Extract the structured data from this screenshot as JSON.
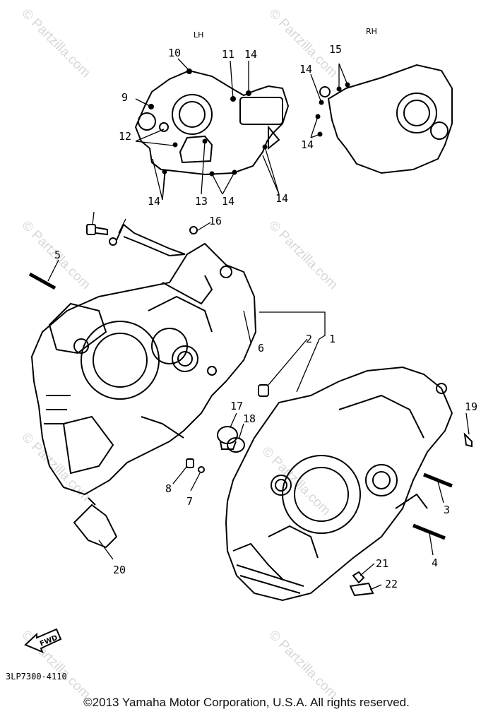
{
  "diagram": {
    "side_labels": {
      "lh": "LH",
      "rh": "RH"
    },
    "callouts": [
      "1",
      "2",
      "3",
      "4",
      "5",
      "6",
      "7",
      "8",
      "9",
      "10",
      "11",
      "12",
      "13",
      "14",
      "15",
      "16",
      "17",
      "18",
      "19",
      "20",
      "21",
      "22"
    ],
    "watermark_text": "© Partzilla.com",
    "fwd_label": "FWD",
    "diagram_code": "3LP7300-4110"
  },
  "footer": {
    "copyright": "©2013  Yamaha Motor Corporation, U.S.A. All rights reserved."
  }
}
